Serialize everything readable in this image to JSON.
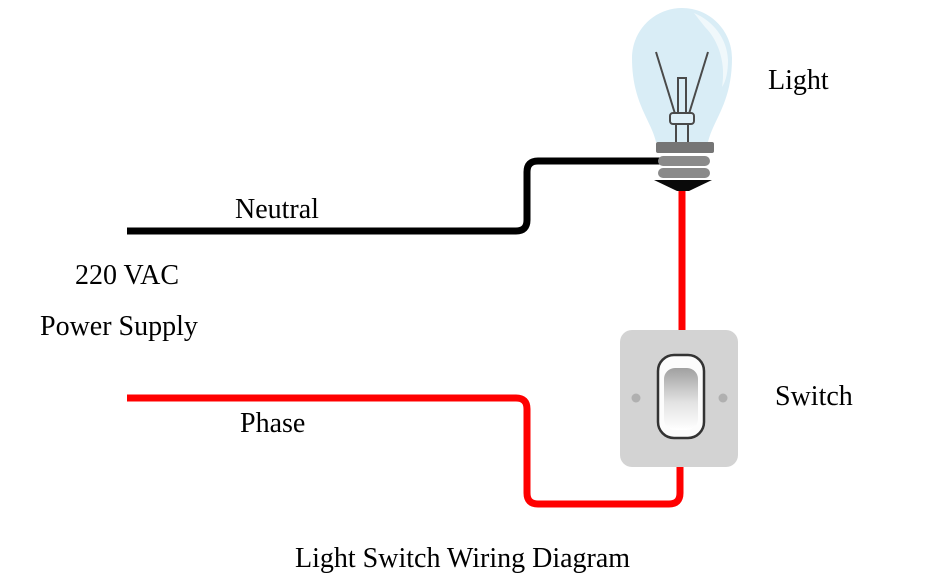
{
  "title": "Light Switch Wiring Diagram",
  "labels": {
    "neutral": "Neutral",
    "phase": "Phase",
    "power_supply_line1": "220 VAC",
    "power_supply_line2": "Power Supply",
    "light": "Light",
    "switch": "Switch"
  },
  "colors": {
    "background": "#ffffff",
    "text": "#000000",
    "neutral_wire": "#000000",
    "phase_wire": "#ff0000",
    "bulb_glass": "#d9edf6",
    "bulb_highlight": "#f2fafd",
    "bulb_base_band": "#757575",
    "bulb_base_ring": "#8a8a8a",
    "bulb_tip": "#0a0a0a",
    "filament": "#4a4a4a",
    "switch_plate": "#d3d3d3",
    "switch_screw": "#b0b0b0",
    "rocker_border": "#333333",
    "rocker_face": "#fcfcfc"
  }
}
